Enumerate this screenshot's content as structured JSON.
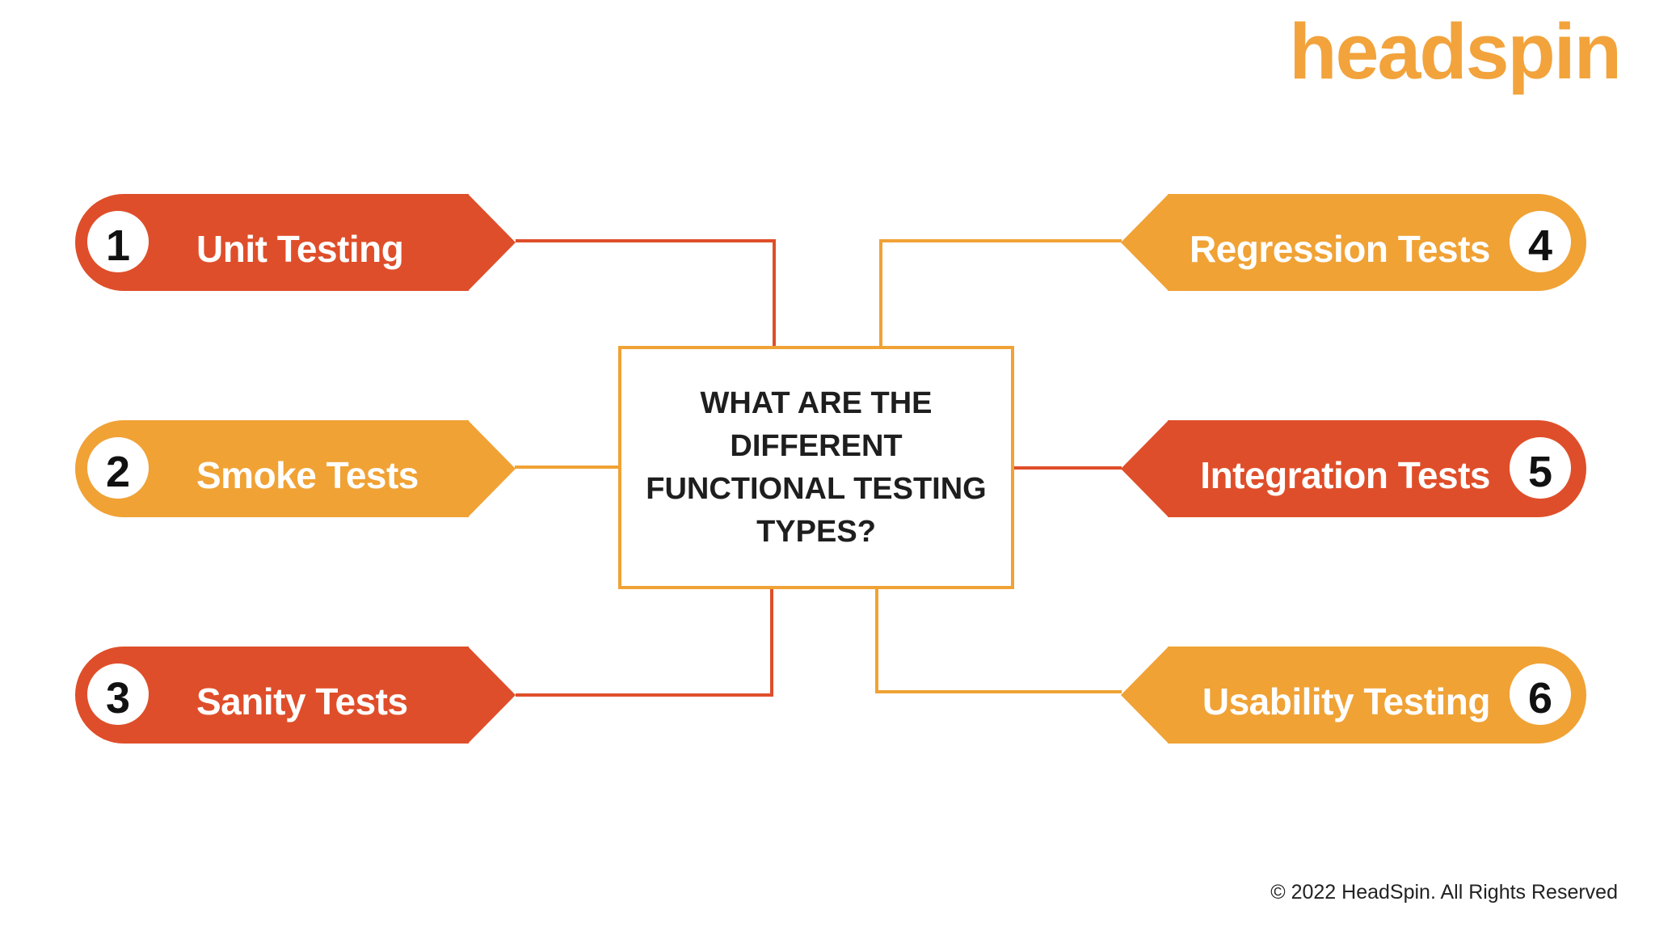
{
  "logo": {
    "text": "headspin"
  },
  "center_box": {
    "lines": [
      "WHAT ARE THE",
      "DIFFERENT",
      "FUNCTIONAL TESTING",
      "TYPES?"
    ],
    "full_text": "WHAT ARE THE DIFFERENT FUNCTIONAL TESTING TYPES?"
  },
  "banners": [
    {
      "number": "1",
      "label": "Unit Testing",
      "side": "left",
      "color_key": "red"
    },
    {
      "number": "2",
      "label": "Smoke Tests",
      "side": "left",
      "color_key": "orange"
    },
    {
      "number": "3",
      "label": "Sanity Tests",
      "side": "left",
      "color_key": "red"
    },
    {
      "number": "4",
      "label": "Regression Tests",
      "side": "right",
      "color_key": "orange"
    },
    {
      "number": "5",
      "label": "Integration Tests",
      "side": "right",
      "color_key": "red"
    },
    {
      "number": "6",
      "label": "Usability Testing",
      "side": "right",
      "color_key": "orange"
    }
  ],
  "footer": {
    "copyright": "© 2022 HeadSpin. All Rights Reserved"
  },
  "colors": {
    "red": "#DF4E2A",
    "orange": "#F0A235",
    "logo": "#F2A33C",
    "text_dark": "#1E1E1E",
    "white": "#FFFFFF"
  }
}
